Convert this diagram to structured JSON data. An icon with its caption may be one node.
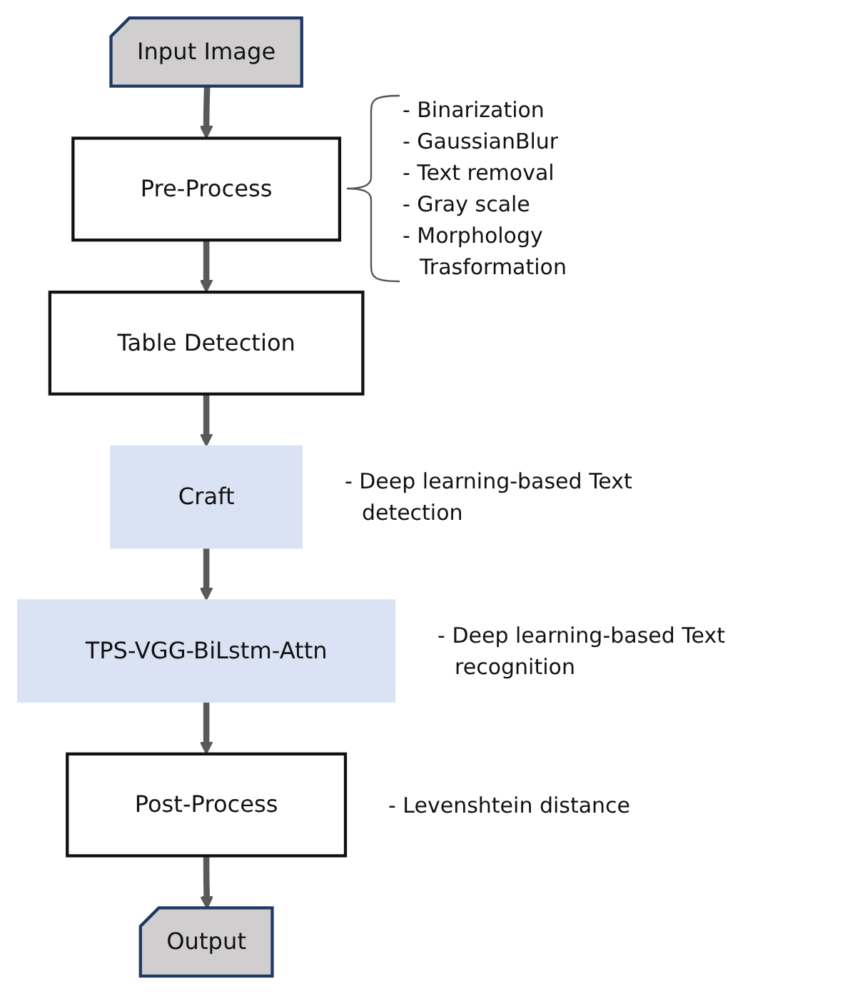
{
  "diagram": {
    "nodes": [
      {
        "text": [
          "Input Image"
        ]
      },
      {
        "text": [
          "Pre-Process"
        ],
        "beside": [
          "- Binarization",
          "- GaussianBlur",
          "- Text removal",
          "- Gray scale",
          "- Morphology Trasformation"
        ]
      },
      {
        "text": [
          "Table Detection"
        ]
      },
      {
        "text": [
          "Craft"
        ],
        "beside": [
          "- Deep learning-based Text detection"
        ]
      },
      {
        "text": [
          "TPS-VGG-BiLstm-Attn"
        ],
        "beside": [
          "- Deep learning-based Text recognition"
        ]
      },
      {
        "text": [
          "Post-Process"
        ],
        "beside": [
          "- Levenshtein distance"
        ]
      },
      {
        "text": [
          "Output"
        ]
      }
    ],
    "edges": [
      {
        "from": 0,
        "to": 1,
        "arrow": "to"
      },
      {
        "from": 1,
        "to": 2,
        "arrow": "to"
      },
      {
        "from": 2,
        "to": 3,
        "arrow": "to"
      },
      {
        "from": 3,
        "to": 4,
        "arrow": "to"
      },
      {
        "from": 4,
        "to": 5,
        "arrow": "to"
      },
      {
        "from": 5,
        "to": 6,
        "arrow": "to"
      }
    ]
  }
}
